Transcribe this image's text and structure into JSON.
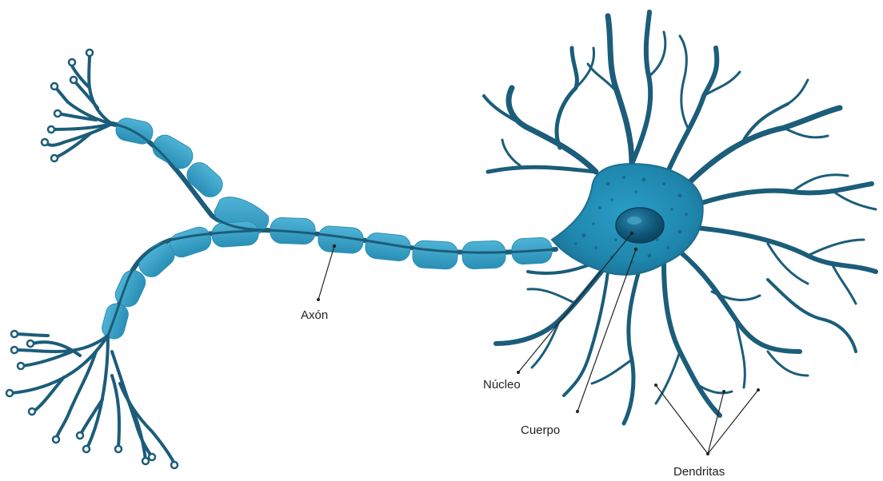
{
  "labels": {
    "axon": "Axón",
    "nucleus": "Núcleo",
    "body": "Cuerpo",
    "dendrites": "Dendritas"
  },
  "colors": {
    "membrane": "#1b5d7a",
    "cell_fill": "#1f87ad",
    "myelin": "#3a9fc4",
    "nucleus": "#0e4f6b",
    "leader": "#222222"
  },
  "icons": {
    "terminal": "terminal-bouton",
    "myelin": "myelin-sheath"
  }
}
